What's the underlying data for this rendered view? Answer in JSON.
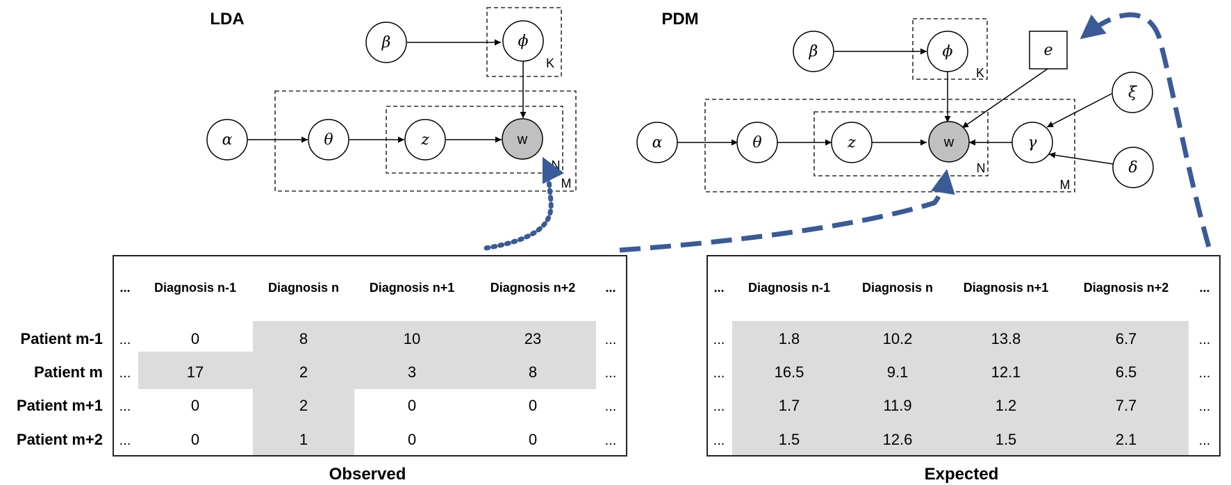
{
  "lda": {
    "title": "LDA",
    "nodes": {
      "beta": "β",
      "phi": "ϕ",
      "alpha": "α",
      "theta": "θ",
      "z": "z",
      "w": "w"
    },
    "plates": {
      "k": "K",
      "n": "N",
      "m": "M"
    }
  },
  "pdm": {
    "title": "PDM",
    "nodes": {
      "beta": "β",
      "phi": "ϕ",
      "e": "e",
      "xi": "ξ",
      "alpha": "α",
      "theta": "θ",
      "z": "z",
      "w": "w",
      "gamma": "γ",
      "delta": "δ"
    },
    "plates": {
      "k": "K",
      "n": "N",
      "m": "M"
    }
  },
  "observed": {
    "caption": "Observed",
    "ellipsis": "...",
    "headers": [
      "Diagnosis n-1",
      "Diagnosis n",
      "Diagnosis n+1",
      "Diagnosis n+2"
    ],
    "rows": [
      {
        "label": "Patient m-1",
        "values": [
          "0",
          "8",
          "10",
          "23"
        ]
      },
      {
        "label": "Patient m",
        "values": [
          "17",
          "2",
          "3",
          "8"
        ]
      },
      {
        "label": "Patient m+1",
        "values": [
          "0",
          "2",
          "0",
          "0"
        ]
      },
      {
        "label": "Patient m+2",
        "values": [
          "0",
          "1",
          "0",
          "0"
        ]
      }
    ]
  },
  "expected": {
    "caption": "Expected",
    "ellipsis": "...",
    "headers": [
      "Diagnosis n-1",
      "Diagnosis n",
      "Diagnosis n+1",
      "Diagnosis n+2"
    ],
    "rows": [
      {
        "values": [
          "1.8",
          "10.2",
          "13.8",
          "6.7"
        ]
      },
      {
        "values": [
          "16.5",
          "9.1",
          "12.1",
          "6.5"
        ]
      },
      {
        "values": [
          "1.7",
          "11.9",
          "1.2",
          "7.7"
        ]
      },
      {
        "values": [
          "1.5",
          "12.6",
          "1.5",
          "2.1"
        ]
      }
    ]
  },
  "colors": {
    "arrow_blue": "#3a5a98",
    "highlight": "#dcdcdc",
    "observed_node": "#c0c0c0"
  }
}
